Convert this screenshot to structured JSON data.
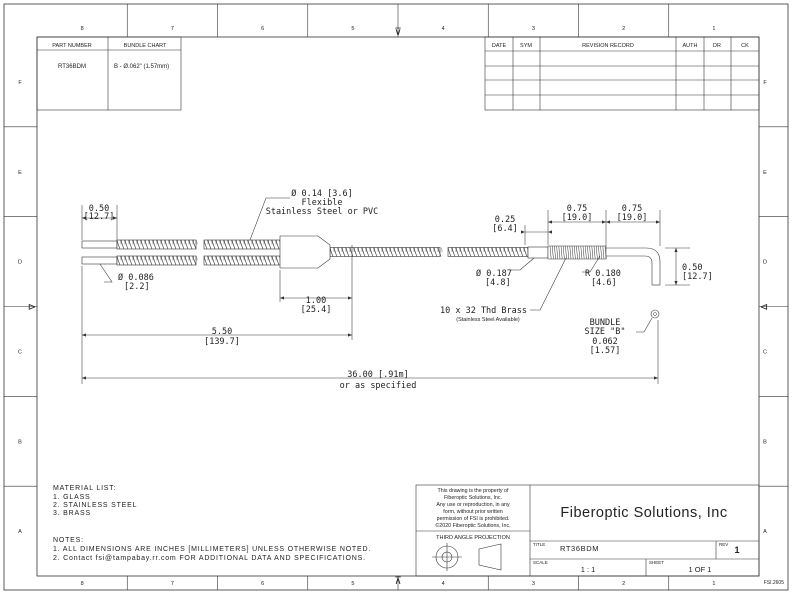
{
  "zones": {
    "cols_top": [
      "8",
      "7",
      "6",
      "5",
      "4",
      "3",
      "2",
      "1"
    ],
    "rows_side": [
      "F",
      "E",
      "D",
      "C",
      "B",
      "A"
    ]
  },
  "part_table": {
    "h_part": "PART NUMBER",
    "h_bundle": "BUNDLE CHART",
    "part": "RT36BDM",
    "bundle": "B - Ø.062\" (1.57mm)"
  },
  "revision_table": {
    "h_date": "DATE",
    "h_sym": "SYM",
    "h_record": "REVISION RECORD",
    "h_auth": "AUTH",
    "h_dr": "DR",
    "h_ck": "CK"
  },
  "dims": {
    "tip_len": "0.50",
    "tip_len_mm": "[12.7]",
    "tip_dia": "Ø 0.086",
    "tip_dia_mm": "[2.2]",
    "sheath_dia": "Ø 0.14 [3.6]",
    "sheath_l1": "Flexible",
    "sheath_l2": "Stainless Steel or PVC",
    "ferrule_len": "1.00",
    "ferrule_len_mm": "[25.4]",
    "split_len": "5.50",
    "split_len_mm": "[139.7]",
    "total_len": "36.00 [.91m]",
    "total_note": "or as specified",
    "thread_len": "0.25",
    "thread_len_mm": "[6.4]",
    "d1": "0.75",
    "d1_mm": "[19.0]",
    "d2": "0.75",
    "d2_mm": "[19.0]",
    "end_dia": "Ø 0.187",
    "end_dia_mm": "[4.8]",
    "bend_r": "R 0.180",
    "bend_r_mm": "[4.6]",
    "drop": "0.50",
    "drop_mm": "[12.7]",
    "thread_spec": "10 x 32 Thd Brass",
    "thread_note": "(Stainless Steel Available)",
    "bundle_l1": "BUNDLE",
    "bundle_l2": "SIZE \"B\"",
    "bundle_v": "0.062",
    "bundle_v_mm": "[1.57]"
  },
  "materials": {
    "title": "MATERIAL LIST:",
    "items": [
      "1.  GLASS",
      "2.  STAINLESS STEEL",
      "3.  BRASS"
    ]
  },
  "notes": {
    "title": "NOTES:",
    "items": [
      "1.  ALL DIMENSIONS ARE INCHES [MILLIMETERS] UNLESS OTHERWISE NOTED.",
      "2.  Contact fsi@tampabay.rr.com FOR ADDITIONAL DATA AND SPECIFICATIONS."
    ]
  },
  "title_block": {
    "prop_lines": [
      "This drawing is the property of",
      "Fiberoptic Solutions, Inc.",
      "Any use or reproduction, in any",
      "form, without prior written",
      "permission of FSI is prohibited.",
      "©2020 Fiberoptic Solutions, Inc."
    ],
    "projection": "THIRD ANGLE PROJECTION",
    "company": "Fiberoptic Solutions, Inc",
    "title_label": "TITLE",
    "title_value": "RT36BDM",
    "rev_label": "REV",
    "rev_value": "1",
    "scale_label": "SCALE",
    "scale_value": "1 : 1",
    "sheet_label": "SHEET",
    "sheet_value": "1  OF 1",
    "code": "FSI.2605"
  }
}
